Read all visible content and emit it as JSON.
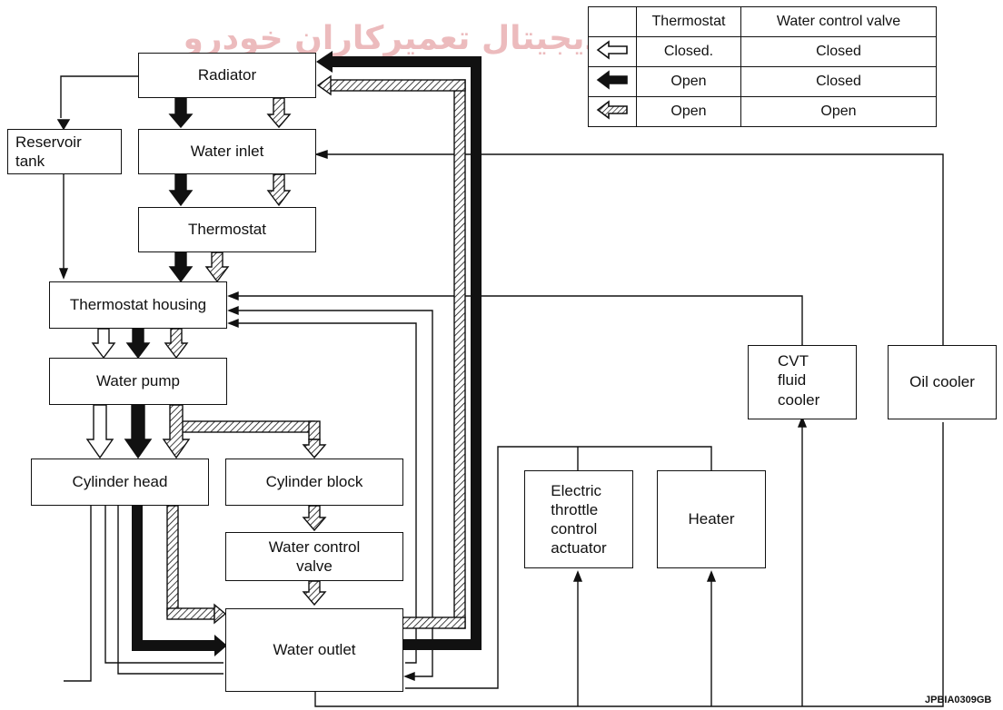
{
  "watermark": "اولین سامانه دیجیتال تعمیرکاران خودرو",
  "components": {
    "radiator": "Radiator",
    "reservoir_tank": "Reservoir\ntank",
    "water_inlet": "Water inlet",
    "thermostat": "Thermostat",
    "thermostat_housing": "Thermostat housing",
    "water_pump": "Water pump",
    "cylinder_head": "Cylinder head",
    "cylinder_block": "Cylinder block",
    "water_control_valve": "Water control\nvalve",
    "water_outlet": "Water outlet",
    "electric_throttle": "Electric\nthrottle\ncontrol\nactuator",
    "heater": "Heater",
    "cvt_fluid_cooler": "CVT\nfluid\ncooler",
    "oil_cooler": "Oil cooler"
  },
  "legend": {
    "headers": [
      "Thermostat",
      "Water control valve"
    ],
    "rows": [
      {
        "icon": "hollow-arrow-icon",
        "thermostat": "Closed.",
        "valve": "Closed"
      },
      {
        "icon": "solid-arrow-icon",
        "thermostat": "Open",
        "valve": "Closed"
      },
      {
        "icon": "hatched-arrow-icon",
        "thermostat": "Open",
        "valve": "Open"
      }
    ]
  },
  "figure_code": "JPBIA0309GB",
  "colors": {
    "line": "#111111",
    "watermark": "#e6a5a8"
  }
}
